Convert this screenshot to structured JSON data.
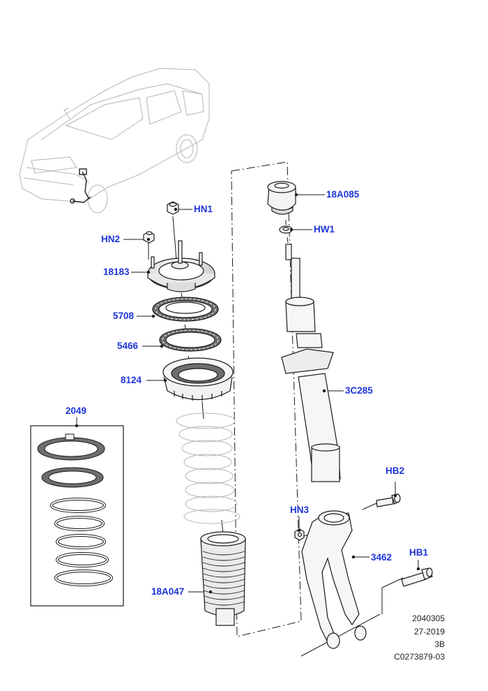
{
  "callouts": {
    "hn1": "HN1",
    "hn2": "HN2",
    "c18183": "18183",
    "c5708": "5708",
    "c5466": "5466",
    "c8124": "8124",
    "c2049": "2049",
    "c18a085": "18A085",
    "hw1": "HW1",
    "c3c285": "3C285",
    "hb2": "HB2",
    "hn3": "HN3",
    "c3462": "3462",
    "hb1": "HB1",
    "c18a047": "18A047"
  },
  "meta": {
    "line1": "2040305",
    "line2": "27-2019",
    "line3": "3B",
    "line4": "C0273879-03"
  },
  "colors": {
    "callout": "#1f35d8",
    "line": "#1a1a1a",
    "ghost": "#b5b5b5"
  }
}
